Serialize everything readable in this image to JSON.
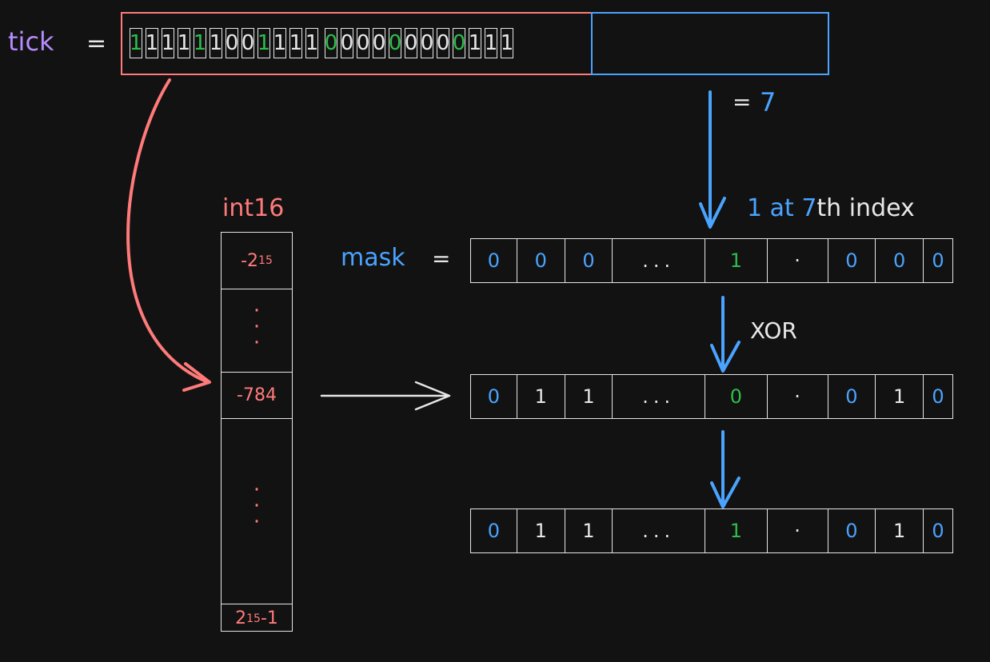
{
  "colors": {
    "background": "#121212",
    "white": "#e8e8e8",
    "red": "#ff7a7a",
    "blue": "#4aa3ff",
    "green": "#2ebd4a",
    "purple": "#b58cff"
  },
  "tick": {
    "label": "tick",
    "equals": "=",
    "bits": [
      "1",
      "1",
      "1",
      "1",
      "1",
      "1",
      "0",
      "0",
      "1",
      "1",
      "1",
      "1",
      "0",
      "0",
      "0",
      "0",
      "0",
      "0",
      "0",
      "0",
      "0",
      "1",
      "1",
      "1"
    ],
    "green_indices": [
      0,
      4,
      8,
      12,
      16,
      20
    ]
  },
  "low_value": {
    "equals": "=",
    "value": "7"
  },
  "int16": {
    "title": "int16",
    "top_base": "-2",
    "top_exp": "15",
    "middle": "-784",
    "bottom_base": "2",
    "bottom_exp": "15",
    "bottom_suffix": "-1"
  },
  "mask": {
    "label": "mask",
    "equals": "=",
    "annotation_prefix": "1 at ",
    "annotation_num": "7",
    "annotation_suffix": "th index",
    "cells": [
      "0",
      "0",
      "0",
      "...",
      "1",
      "·",
      "0",
      "0",
      "0"
    ]
  },
  "xor_label": "XOR",
  "value_row": {
    "cells": [
      "0",
      "1",
      "1",
      "...",
      "0",
      "·",
      "0",
      "1",
      "0"
    ]
  },
  "result_row": {
    "cells": [
      "0",
      "1",
      "1",
      "...",
      "1",
      "·",
      "0",
      "1",
      "0"
    ]
  }
}
